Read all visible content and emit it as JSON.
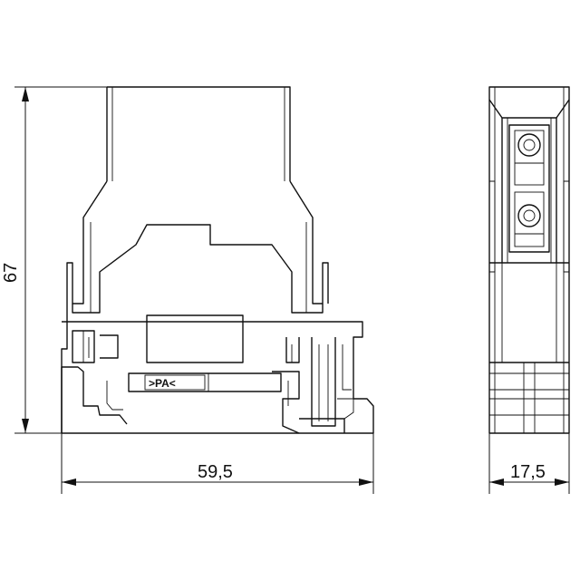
{
  "dimensions": {
    "height": "67",
    "width_front": "59,5",
    "width_side": "17,5"
  },
  "marking": ">PA<",
  "colors": {
    "line": "#111111",
    "background": "#ffffff"
  }
}
